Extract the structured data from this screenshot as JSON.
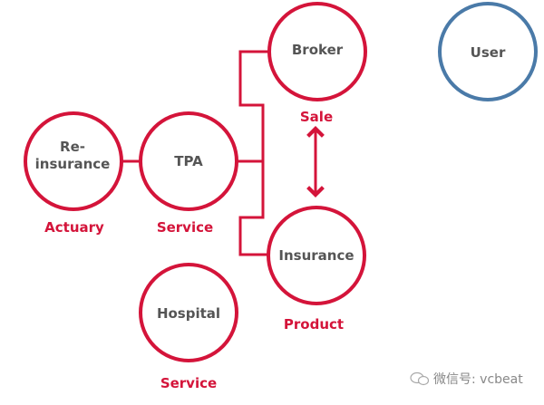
{
  "colors": {
    "accent": "#d4143a",
    "user": "#4a7aa8",
    "text": "#555555"
  },
  "nodes": {
    "broker": {
      "label": "Broker",
      "caption": "Sale"
    },
    "user": {
      "label": "User"
    },
    "reinsurance": {
      "label_line1": "Re-",
      "label_line2": "insurance",
      "caption": "Actuary"
    },
    "tpa": {
      "label": "TPA",
      "caption": "Service"
    },
    "insurance": {
      "label": "Insurance",
      "caption": "Product"
    },
    "hospital": {
      "label": "Hospital",
      "caption": "Service"
    }
  },
  "watermark": {
    "icon": "wechat-icon",
    "text": "微信号: vcbeat"
  }
}
